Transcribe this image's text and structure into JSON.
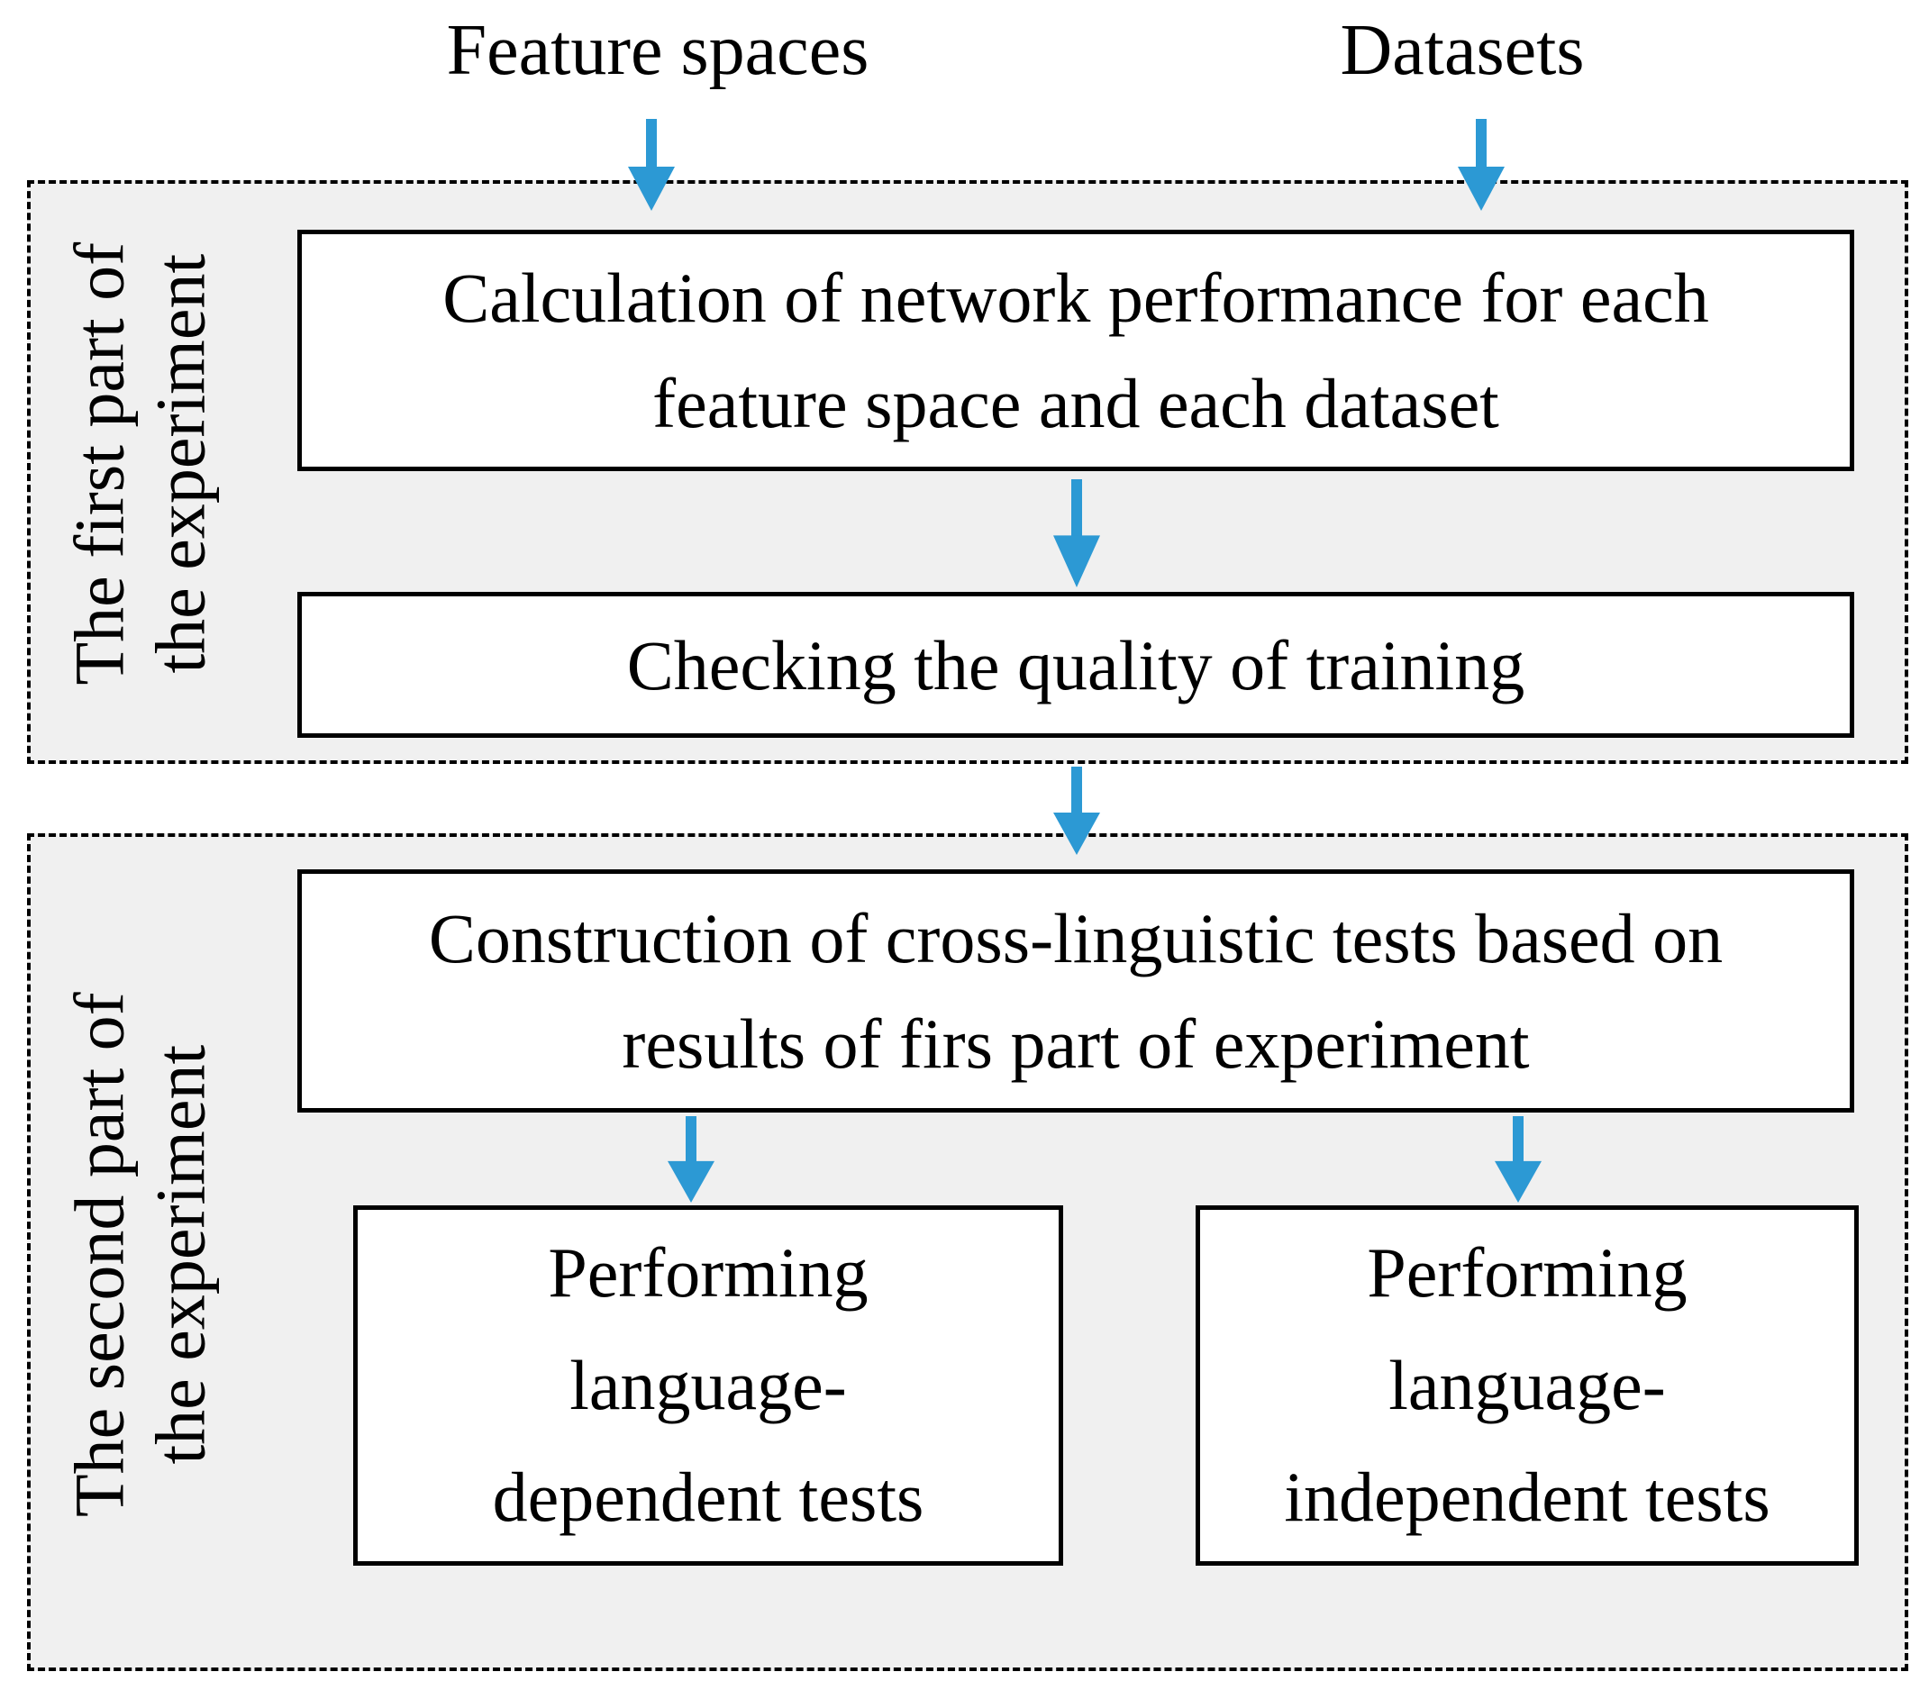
{
  "diagram": {
    "inputs": [
      {
        "label": "Feature spaces"
      },
      {
        "label": "Datasets"
      }
    ],
    "sections": [
      {
        "side_label": [
          "The first part of",
          "the experiment"
        ],
        "boxes": {
          "calculation": [
            "Calculation of network performance for each",
            "feature space and each dataset"
          ],
          "checking": [
            "Checking the quality of training"
          ]
        }
      },
      {
        "side_label": [
          "The second part of",
          "the experiment"
        ],
        "boxes": {
          "construction": [
            "Construction of cross-linguistic tests  based on",
            "results of firs part of experiment"
          ],
          "language_dependent": [
            "Performing",
            "language-",
            "dependent tests"
          ],
          "language_independent": [
            "Performing",
            "language-",
            "independent tests"
          ]
        }
      }
    ],
    "colors": {
      "arrow": "#2c99d4",
      "section_fill": "#f0f0f0",
      "box_fill": "#ffffff",
      "line": "#000000"
    }
  }
}
